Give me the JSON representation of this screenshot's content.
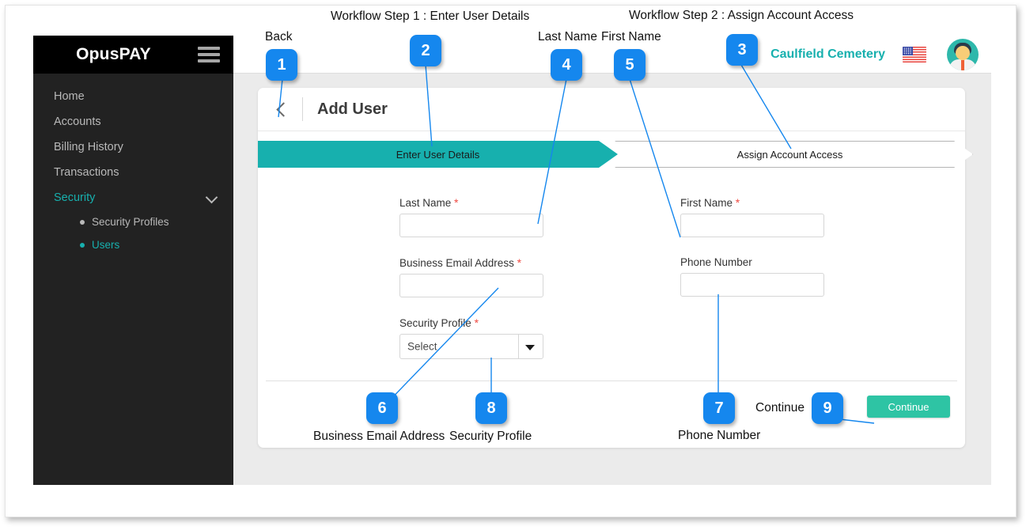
{
  "app": {
    "brand": "OpusPAY",
    "hamburger_icon": "hamburger-menu-icon",
    "org_name": "Caulfield Cemetery",
    "flag_icon": "us-flag-icon",
    "avatar_icon": "user-avatar-icon"
  },
  "sidebar": {
    "items": [
      {
        "label": "Home",
        "active": false
      },
      {
        "label": "Accounts",
        "active": false
      },
      {
        "label": "Billing History",
        "active": false
      },
      {
        "label": "Transactions",
        "active": false
      },
      {
        "label": "Security",
        "active": true,
        "expanded": true
      }
    ],
    "sub_items": [
      {
        "label": "Security Profiles",
        "active": false
      },
      {
        "label": "Users",
        "active": true
      }
    ],
    "chevron_icon": "chevron-down-icon"
  },
  "page": {
    "back_icon": "back-chevron-icon",
    "title": "Add User"
  },
  "steps": [
    {
      "label": "Enter User Details",
      "state": "active"
    },
    {
      "label": "Assign Account Access",
      "state": "inactive"
    }
  ],
  "form": {
    "fields": [
      {
        "label": "Last Name",
        "required": true,
        "value": "",
        "placeholder": ""
      },
      {
        "label": "First Name",
        "required": true,
        "value": "",
        "placeholder": ""
      },
      {
        "label": "Business Email Address",
        "required": true,
        "value": "",
        "placeholder": ""
      },
      {
        "label": "Phone Number",
        "required": false,
        "value": "",
        "placeholder": ""
      }
    ],
    "security_profile": {
      "label": "Security Profile",
      "required": true,
      "selected": "Select",
      "caret_icon": "dropdown-caret-icon"
    },
    "required_marker": "*"
  },
  "footer": {
    "continue_label": "Continue"
  },
  "annotations": {
    "labels": {
      "workflow_step_1": "Workflow Step 1 : Enter User Details",
      "workflow_step_2": "Workflow Step 2 : Assign Account Access",
      "back": "Back",
      "last_name": "Last Name",
      "first_name": "First Name",
      "business_email": "Business Email Address",
      "security_profile": "Security Profile",
      "phone_number": "Phone Number",
      "continue": "Continue"
    },
    "badges": [
      {
        "n": "1"
      },
      {
        "n": "2"
      },
      {
        "n": "3"
      },
      {
        "n": "4"
      },
      {
        "n": "5"
      },
      {
        "n": "6"
      },
      {
        "n": "7"
      },
      {
        "n": "8"
      },
      {
        "n": "9"
      }
    ]
  },
  "colors": {
    "teal": "#17b0ae",
    "green_button": "#2ec4a4",
    "sidebar": "#222222",
    "brandbar": "#000000",
    "content_bg": "#ebebeb",
    "badge_blue": "#1587ee",
    "required_red": "#ef4a42"
  }
}
